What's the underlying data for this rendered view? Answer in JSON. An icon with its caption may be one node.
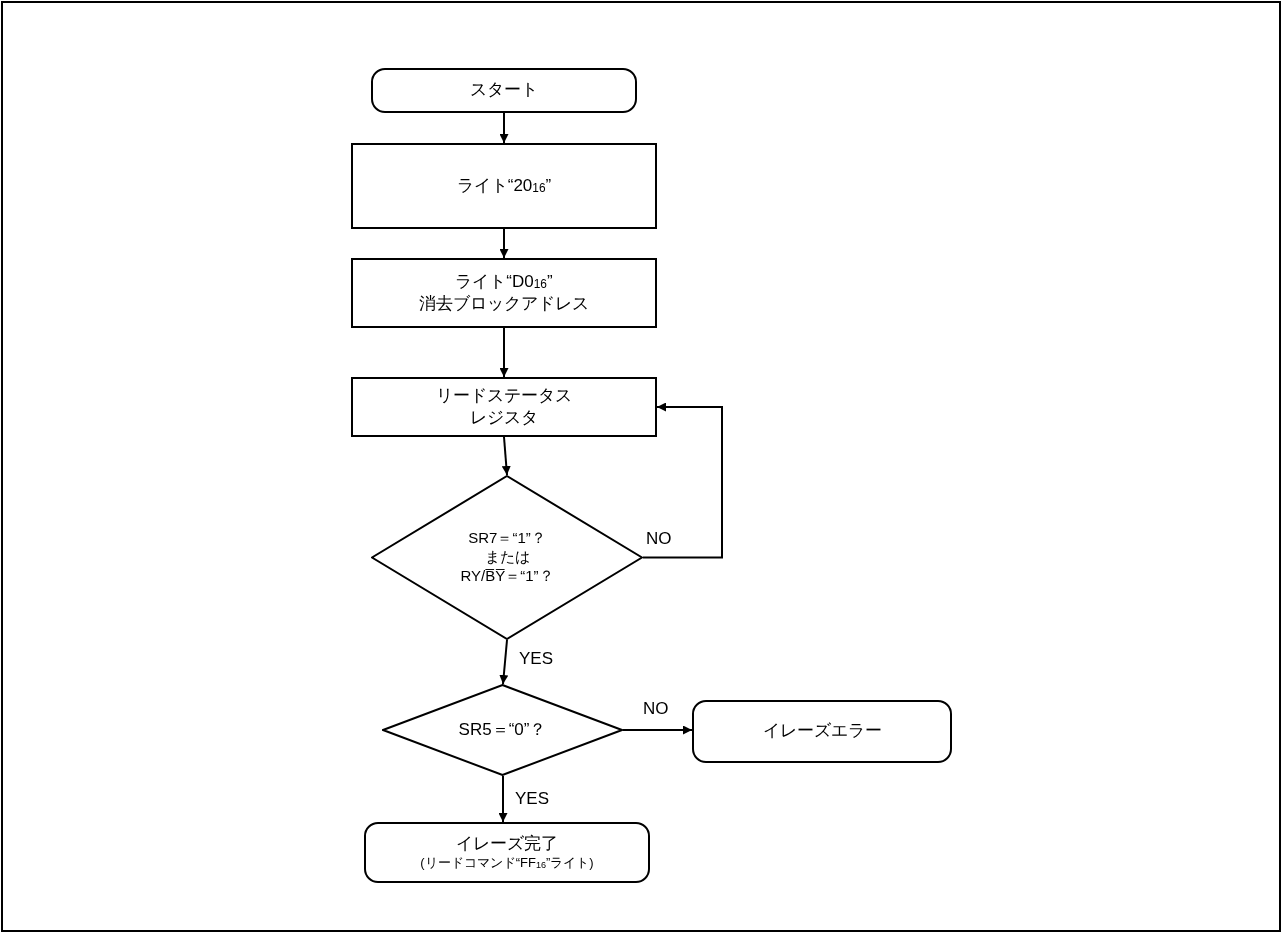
{
  "diagram": {
    "nodes": [
      {
        "text": [
          "スタート"
        ]
      },
      {
        "text": [
          "ライト“20$_{16}$”"
        ]
      },
      {
        "text": [
          "ライト“D0$_{16}$”",
          "消去ブロックアドレス"
        ]
      },
      {
        "text": [
          "リードステータスレジスタ"
        ]
      },
      {
        "text": [
          "SR7＝“1”？",
          "または",
          "RY/B̅Y̅＝“1”？"
        ]
      },
      {
        "text": [
          "SR5＝“0”？"
        ]
      },
      {
        "text": [
          "イレーズエラー"
        ]
      },
      {
        "text": [
          "イレーズ完了",
          "(リードコマンド“FF$_{16}$”ライト)"
        ]
      }
    ],
    "edges": [
      {
        "from": 0,
        "to": 1,
        "arrow": "to"
      },
      {
        "from": 1,
        "to": 2,
        "arrow": "to"
      },
      {
        "from": 2,
        "to": 3,
        "arrow": "to"
      },
      {
        "from": 3,
        "to": 4,
        "arrow": "to"
      },
      {
        "from": 4,
        "to": 3,
        "arrow": "to",
        "label": "NO"
      },
      {
        "from": 4,
        "to": 5,
        "arrow": "to",
        "label": "YES"
      },
      {
        "from": 5,
        "to": 6,
        "arrow": "to",
        "label": "NO"
      },
      {
        "from": 5,
        "to": 7,
        "arrow": "to",
        "label": "YES"
      }
    ]
  }
}
